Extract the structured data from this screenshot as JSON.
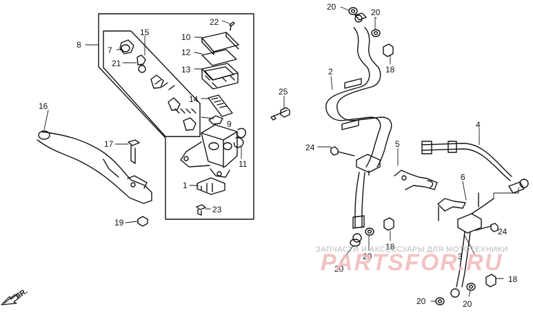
{
  "diagram": {
    "callouts": [
      "1",
      "2",
      "3",
      "4",
      "5",
      "6",
      "7",
      "8",
      "9",
      "10",
      "11",
      "12",
      "13",
      "14",
      "15",
      "16",
      "17",
      "18",
      "19",
      "20",
      "21",
      "22",
      "23",
      "24",
      "25"
    ],
    "direction_label": "FR."
  },
  "watermark": {
    "line1": "ЗАПЧАСТИ И АКСЕССУАРЫ ДЛЯ МОТОТЕХНИКИ",
    "line2": "PARTSFOR.RU"
  }
}
